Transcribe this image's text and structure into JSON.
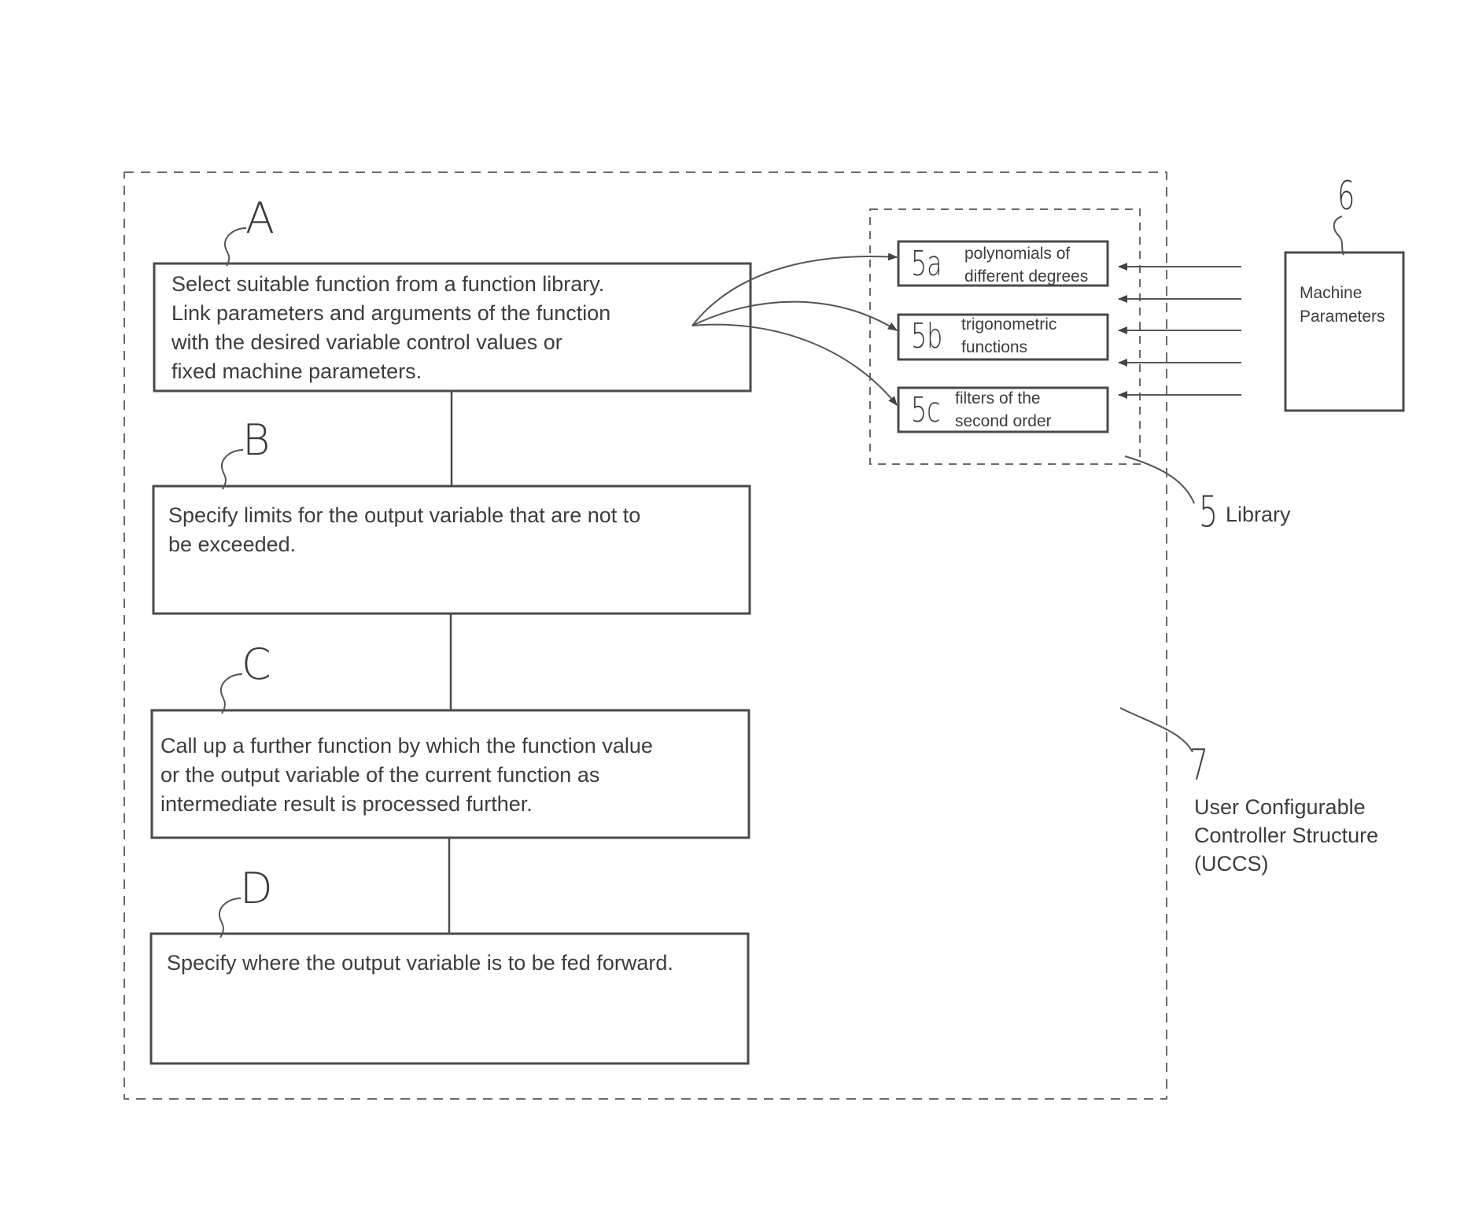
{
  "steps": [
    {
      "label": "A",
      "lines": [
        "Select suitable function from a function library.",
        "Link parameters and arguments of the function",
        "with the desired variable control values or",
        "fixed machine parameters."
      ]
    },
    {
      "label": "B",
      "lines": [
        "Specify limits for the output variable that are not to",
        "be exceeded."
      ]
    },
    {
      "label": "C",
      "lines": [
        "Call up a further function by which the function value",
        "or the output variable of the current function as",
        "intermediate result is processed further."
      ]
    },
    {
      "label": "D",
      "lines": [
        "Specify where the output variable is to be fed forward."
      ]
    }
  ],
  "library": {
    "ref": "5",
    "label": "Library",
    "items": [
      {
        "ref": "5a",
        "lines": [
          "polynomials of",
          "different degrees"
        ]
      },
      {
        "ref": "5b",
        "lines": [
          "trigonometric",
          "functions"
        ]
      },
      {
        "ref": "5c",
        "lines": [
          "filters of the",
          "second order"
        ]
      }
    ]
  },
  "machine": {
    "ref": "6",
    "lines": [
      "Machine",
      "Parameters"
    ]
  },
  "uccs": {
    "ref": "7",
    "lines": [
      "User Configurable",
      "Controller Structure",
      "(UCCS)"
    ]
  }
}
